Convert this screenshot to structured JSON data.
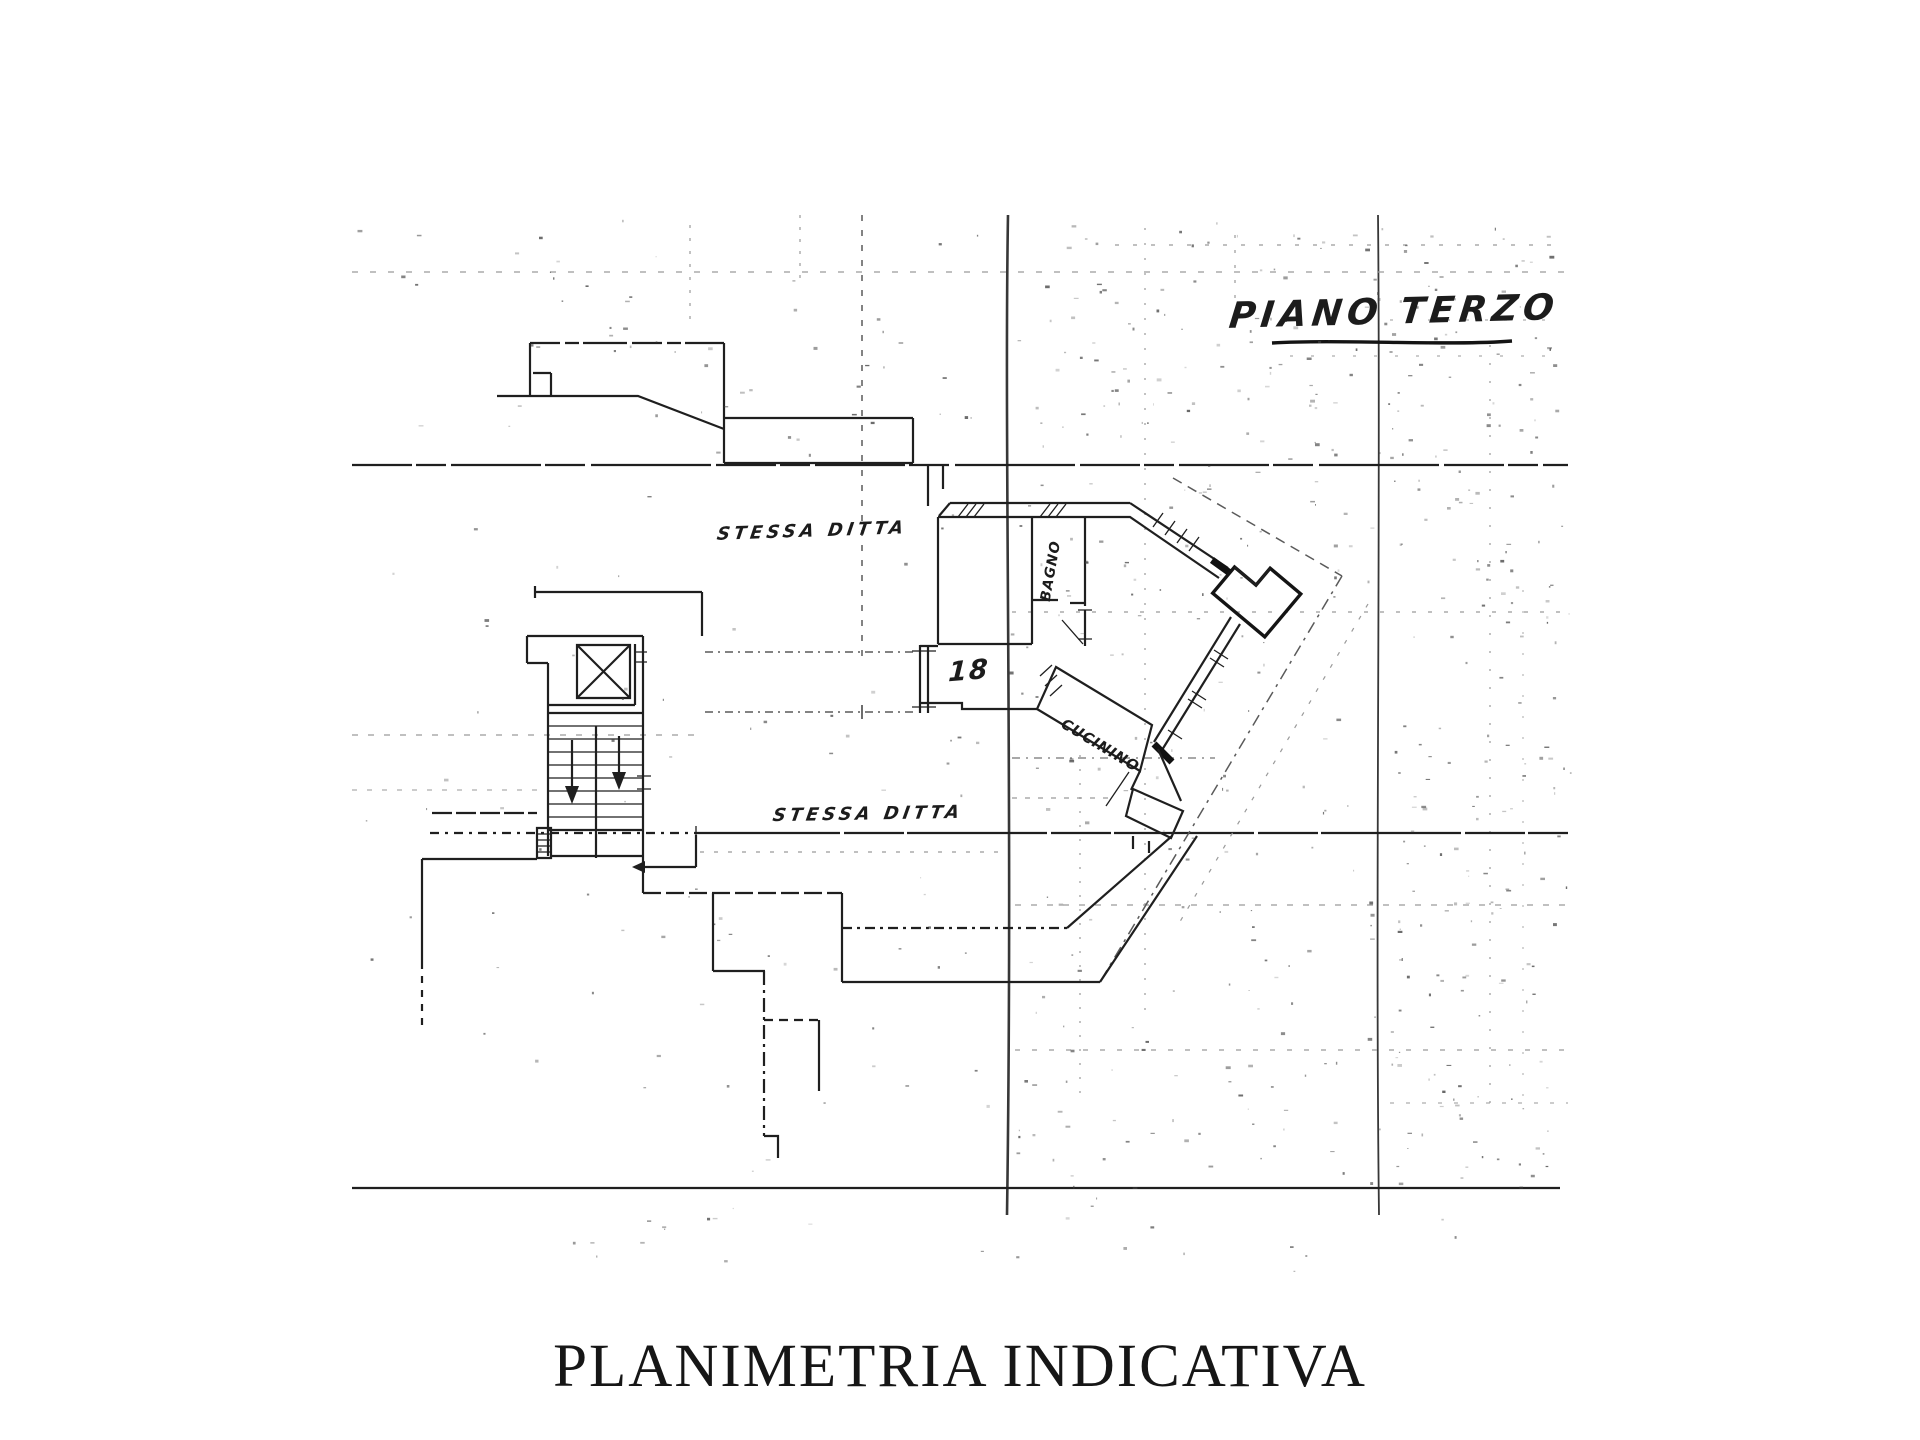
{
  "document": {
    "title": "PLANIMETRIA INDICATIVA",
    "floor_label": "PIANO TERZO",
    "annotations": {
      "same_firm_upper": "STESSA DITTA",
      "same_firm_lower": "STESSA DITTA",
      "unit_number": "18",
      "room_bathroom": "BAGNO",
      "room_kitchenette": "CUCININO"
    },
    "colors": {
      "ink": "#1f1f1f",
      "paper": "#ffffff",
      "faint_gray": "#9a9a9a"
    }
  }
}
